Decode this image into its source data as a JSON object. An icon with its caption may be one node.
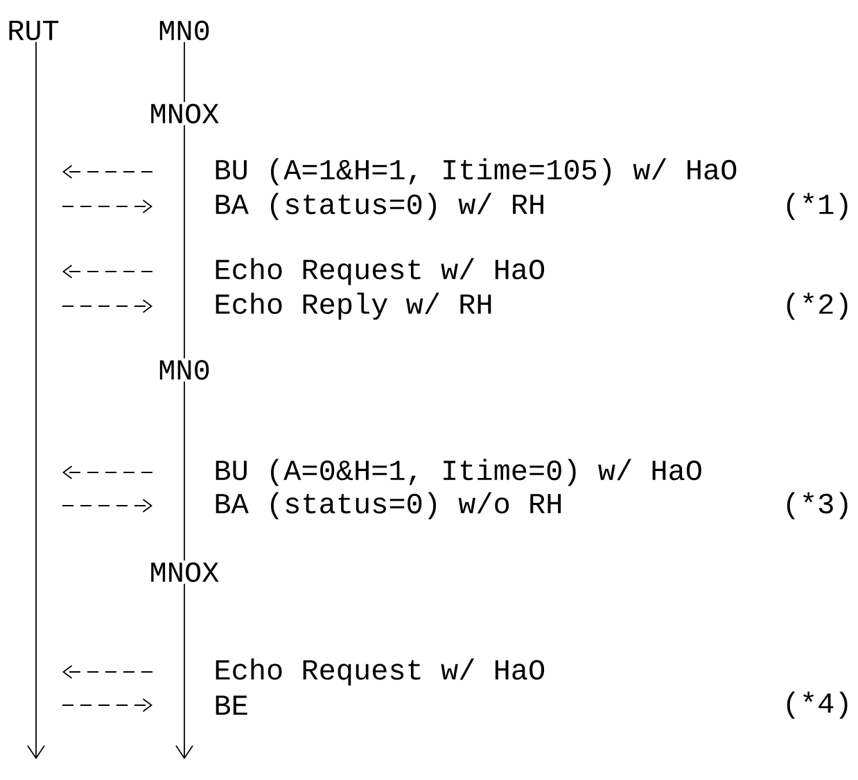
{
  "diagram": {
    "nodes": [
      {
        "text": [
          "RUT"
        ]
      },
      {
        "text": [
          "MN0"
        ]
      },
      {
        "text": [
          "MNOX"
        ]
      },
      {
        "text": [
          "MN0"
        ]
      },
      {
        "text": [
          "MNOX"
        ]
      }
    ],
    "edges": [
      {
        "from": 0,
        "to": null,
        "arrow": "to"
      },
      {
        "from": 1,
        "to": 2,
        "arrow": "none"
      },
      {
        "from": 2,
        "to": 3,
        "arrow": "none"
      },
      {
        "from": 3,
        "to": 4,
        "arrow": "none"
      },
      {
        "from": 4,
        "to": null,
        "arrow": "to"
      }
    ],
    "labels": [
      "BU (A=1&H=1, Itime=105) w/ HaO",
      "BA (status=0) w/ RH",
      "(*1)",
      "Echo Request w/ HaO",
      "Echo Reply w/ RH",
      "(*2)",
      "BU (A=0&H=1, Itime=0) w/ HaO",
      "BA (status=0) w/o RH",
      "(*3)",
      "Echo Request w/ HaO",
      "BE",
      "(*4)"
    ]
  }
}
